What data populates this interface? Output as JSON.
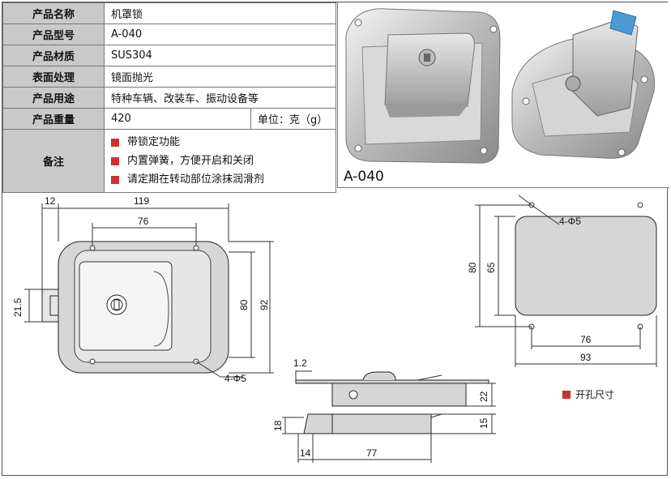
{
  "spec": {
    "name_label": "产品名称",
    "name_value": "机罩锁",
    "model_label": "产品型号",
    "model_value": "A-040",
    "material_label": "产品材质",
    "material_value": "SUS304",
    "finish_label": "表面处理",
    "finish_value": "镜面抛光",
    "use_label": "产品用途",
    "use_value": "特种车辆、改装车、振动设备等",
    "weight_label": "产品重量",
    "weight_value": "420",
    "unit_value": "单位：克（g）",
    "notes_label": "备注",
    "notes": [
      "带锁定功能",
      "内置弹簧，方便开启和关闭",
      "请定期在转动部位涂抹润滑剂"
    ]
  },
  "photo": {
    "caption": "A-040"
  },
  "drawing": {
    "dim_12": "12",
    "dim_119": "119",
    "dim_76": "76",
    "dim_21_5": "21.5",
    "dim_80": "80",
    "dim_92": "92",
    "dim_holes": "4-Φ5",
    "dim_1_2": "1.2",
    "dim_22": "22",
    "dim_15": "15",
    "dim_18": "18",
    "dim_14": "14",
    "dim_77": "77",
    "cut_holes": "4-Φ5",
    "cut_80": "80",
    "cut_65": "65",
    "cut_76": "76",
    "cut_93": "93"
  },
  "legend": {
    "cutout_label": "开孔尺寸"
  },
  "colors": {
    "header_gray": "#c9c9c9",
    "bullet_red": "#d0312d",
    "part_gray": "#d6d6d6"
  }
}
